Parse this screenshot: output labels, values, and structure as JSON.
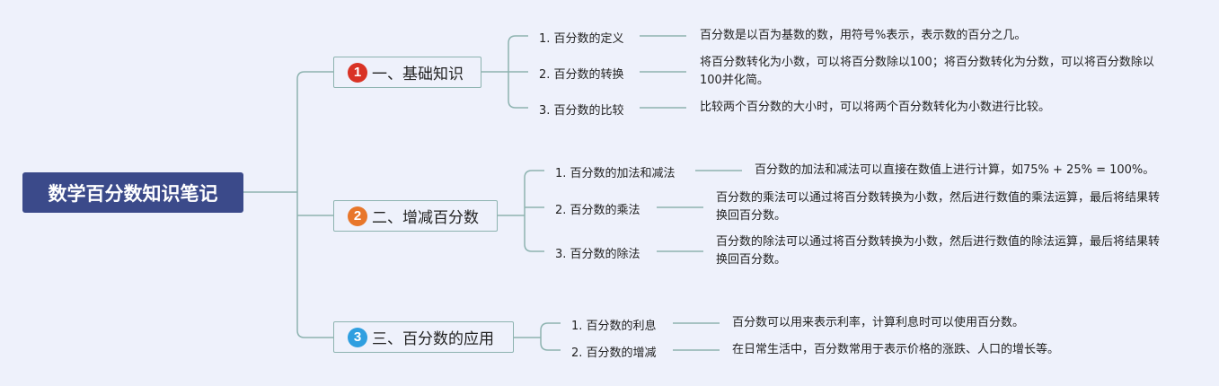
{
  "title": "数学百分数知识笔记",
  "colors": {
    "root": "#3b4a8a",
    "line": "#8db3b0",
    "badge1": "#d93325",
    "badge2": "#e8762a",
    "badge3": "#2f9fe0"
  },
  "branches": [
    {
      "num": "1",
      "label": "一、基础知识",
      "items": [
        {
          "label": "1. 百分数的定义",
          "desc": "百分数是以百为基数的数，用符号%表示，表示数的百分之几。"
        },
        {
          "label": "2. 百分数的转换",
          "desc": "将百分数转化为小数，可以将百分数除以100；将百分数转化为分数，可以将百分数除以100并化简。"
        },
        {
          "label": "3. 百分数的比较",
          "desc": "比较两个百分数的大小时，可以将两个百分数转化为小数进行比较。"
        }
      ]
    },
    {
      "num": "2",
      "label": "二、增减百分数",
      "items": [
        {
          "label": "1. 百分数的加法和减法",
          "desc": "百分数的加法和减法可以直接在数值上进行计算，如75% + 25% = 100%。"
        },
        {
          "label": "2. 百分数的乘法",
          "desc": "百分数的乘法可以通过将百分数转换为小数，然后进行数值的乘法运算，最后将结果转换回百分数。"
        },
        {
          "label": "3. 百分数的除法",
          "desc": "百分数的除法可以通过将百分数转换为小数，然后进行数值的除法运算，最后将结果转换回百分数。"
        }
      ]
    },
    {
      "num": "3",
      "label": "三、百分数的应用",
      "items": [
        {
          "label": "1. 百分数的利息",
          "desc": "百分数可以用来表示利率，计算利息时可以使用百分数。"
        },
        {
          "label": "2. 百分数的增减",
          "desc": "在日常生活中，百分数常用于表示价格的涨跌、人口的增长等。"
        }
      ]
    }
  ]
}
